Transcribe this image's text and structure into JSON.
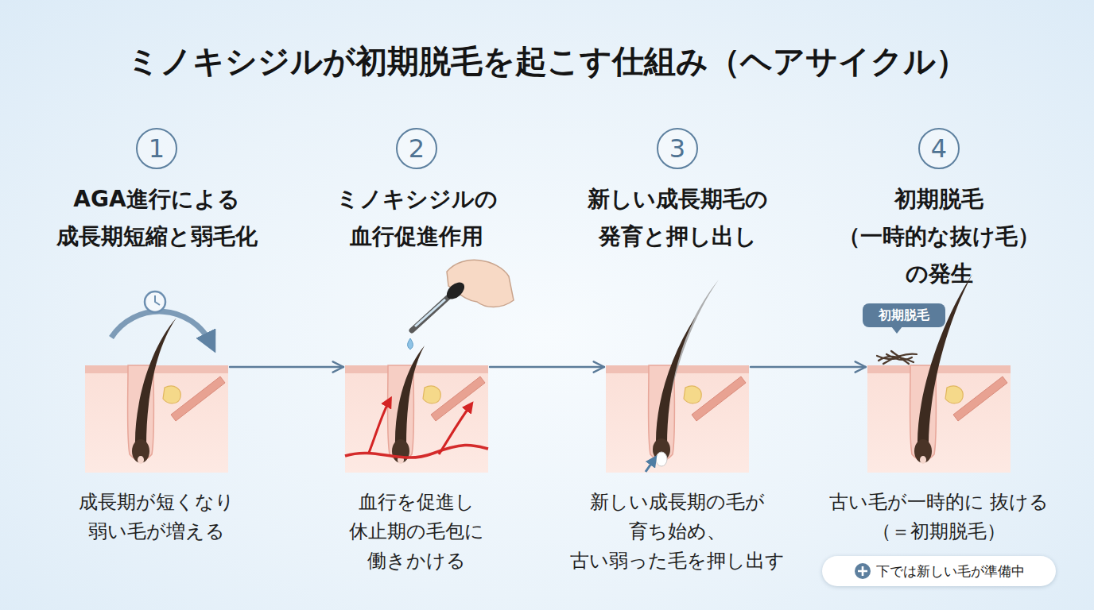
{
  "diagram": {
    "title": "ミノキシジルが初期脱毛を起こす仕組み（ヘアサイクル）",
    "nodes": [
      {
        "text": [
          "1"
        ]
      },
      {
        "text": [
          "AGA進行による 成長期短縮と弱毛化",
          "成長期が短くなり 弱い毛が増える"
        ]
      },
      {
        "text": [
          "2"
        ]
      },
      {
        "text": [
          "ミノキシジルの 血行促進作用",
          "血行を促進し 休止期の毛包に 働きかける"
        ]
      },
      {
        "text": [
          "3"
        ]
      },
      {
        "text": [
          "新しい成長期毛の 発育と押し出し",
          "新しい成長期の毛が 育ち始め、 古い弱った毛を押し出す"
        ]
      },
      {
        "text": [
          "4"
        ]
      },
      {
        "text": [
          "初期脱毛 （一時的な抜け毛） の発生",
          "古い毛が一時的に 抜ける（＝初期脱毛）"
        ]
      },
      {
        "text": [
          "初期脱毛"
        ]
      },
      {
        "text": [
          "下では新しい毛が準備中"
        ]
      }
    ],
    "edges": [
      {
        "from": 1,
        "to": 3,
        "arrow": "to"
      },
      {
        "from": 3,
        "to": 5,
        "arrow": "to"
      },
      {
        "from": 5,
        "to": 7,
        "arrow": "to"
      }
    ]
  }
}
